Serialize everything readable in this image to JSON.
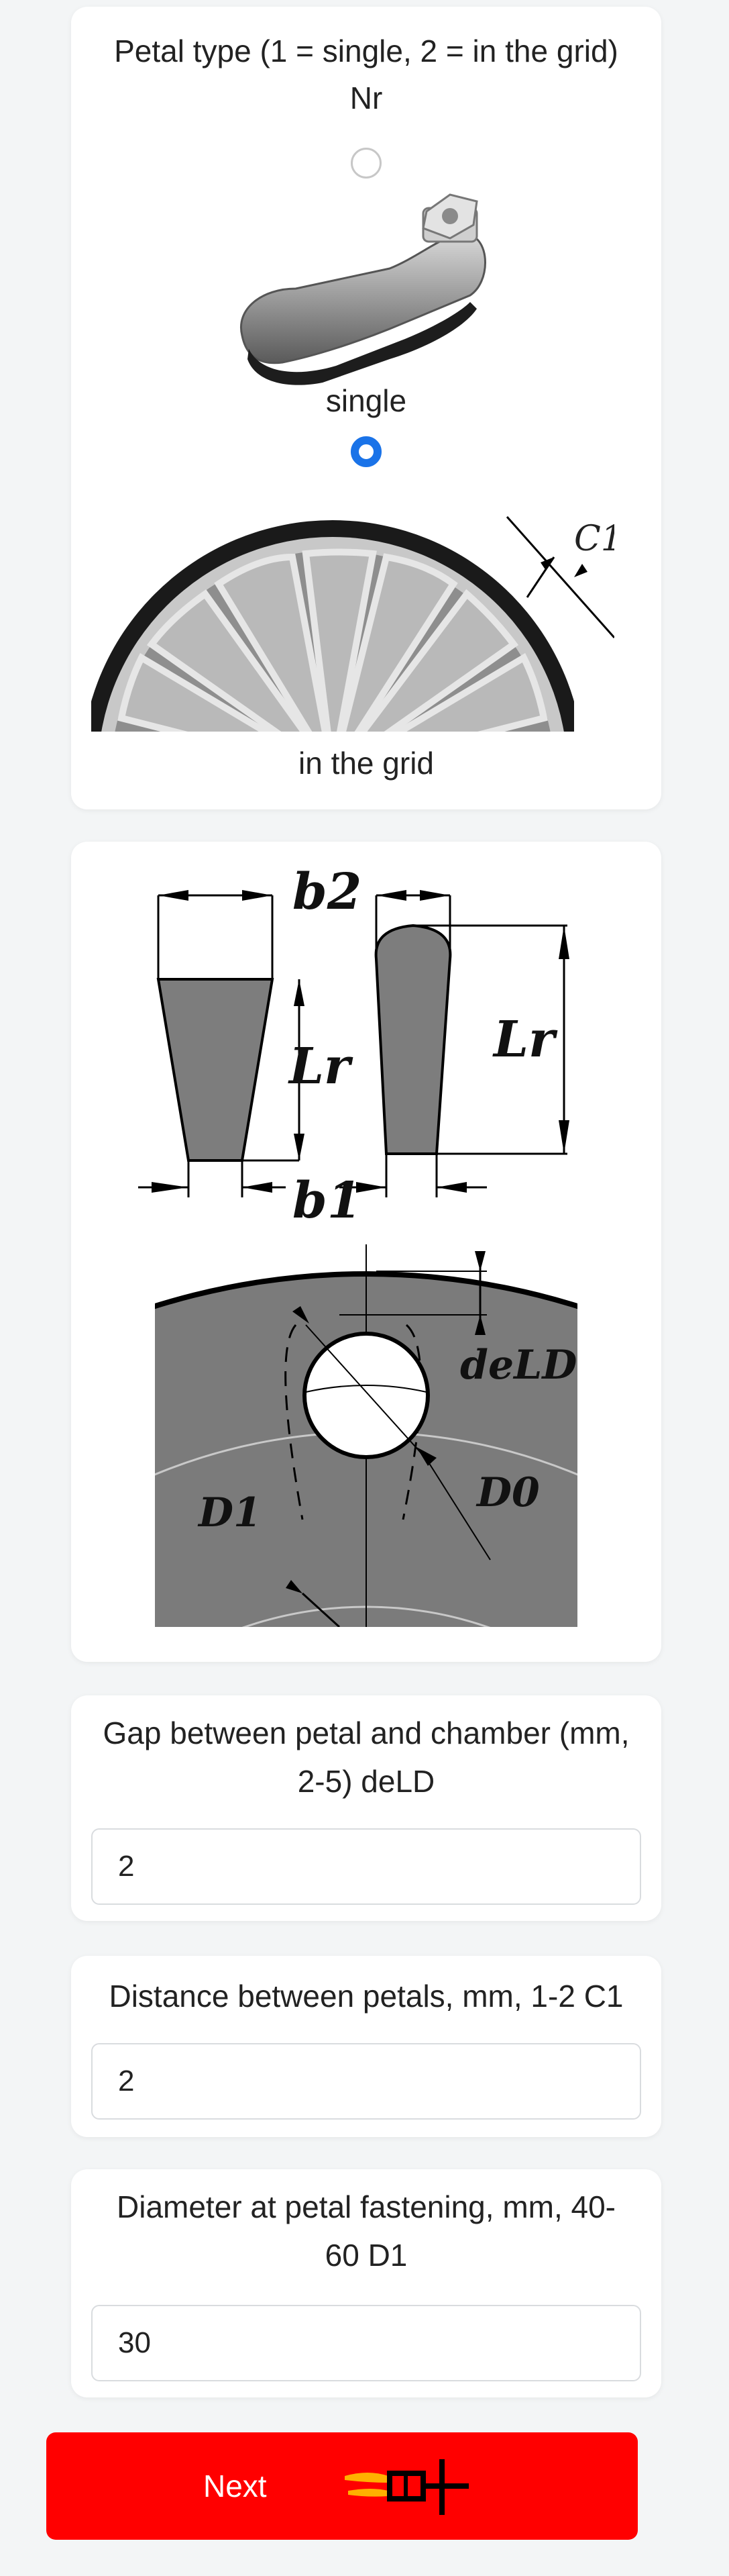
{
  "petal_type": {
    "title_line1": "Petal type (1 = single, 2 = in the grid)",
    "title_line2": "Nr",
    "options": [
      {
        "label": "single",
        "selected": false
      },
      {
        "label": "in the grid",
        "selected": true
      }
    ],
    "c1_label": "C1"
  },
  "diagram": {
    "labels": {
      "b2": "b2",
      "lr_left": "Lr",
      "lr_right": "Lr",
      "b1": "b1",
      "deld": "deLD",
      "d0": "D0",
      "d1": "D1"
    }
  },
  "fields": [
    {
      "label_line1": "Gap between petal and chamber (mm,",
      "label_line2": "2-5) deLD",
      "value": "2"
    },
    {
      "label_line1": "Distance between petals, mm, 1-2 C1",
      "label_line2": "",
      "value": "2"
    },
    {
      "label_line1": "Diameter at petal fastening, mm, 40-",
      "label_line2": "60 D1",
      "value": "30"
    }
  ],
  "next_button": {
    "label": "Next"
  },
  "colors": {
    "accent": "#1a73e8",
    "button": "#ff0000",
    "background": "#f3f5f6"
  }
}
